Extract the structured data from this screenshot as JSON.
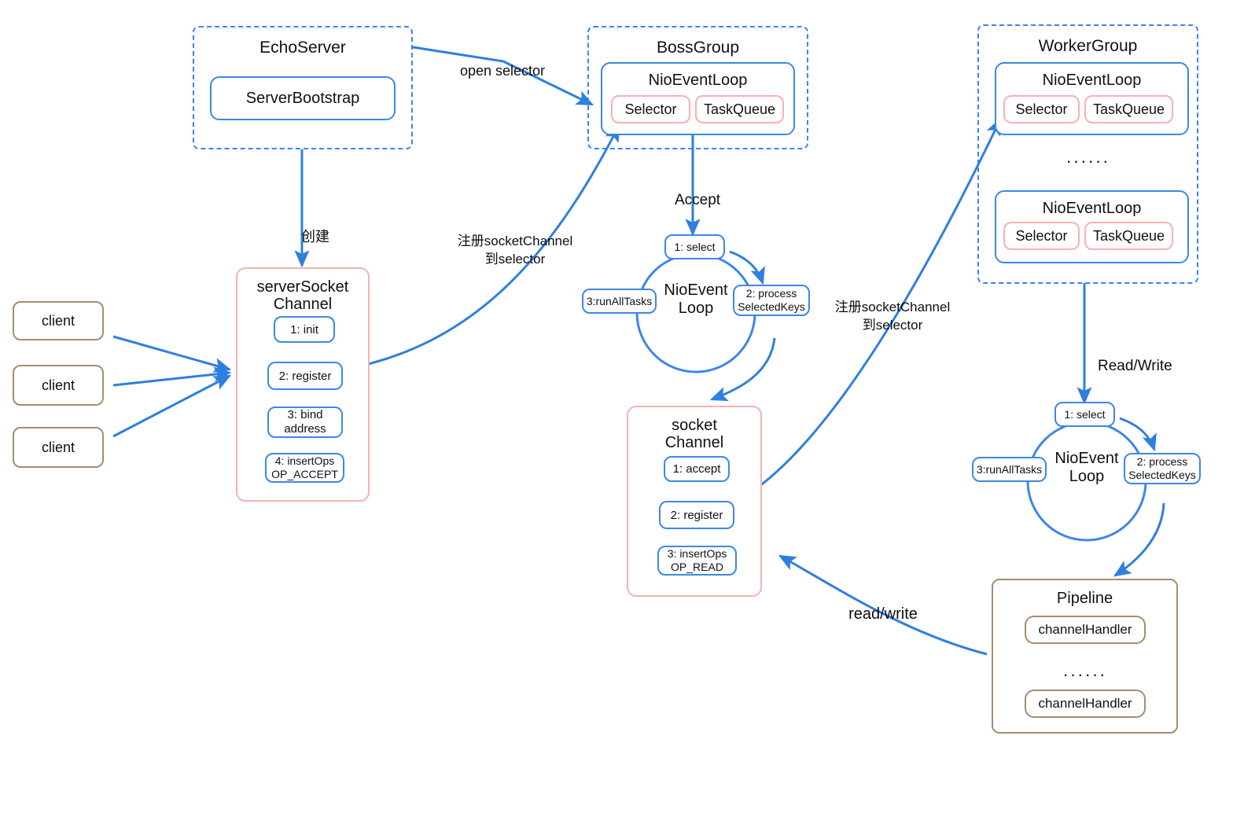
{
  "diagram": {
    "title": "Netty Reactor model",
    "colors": {
      "blue": "#3d87e8",
      "dashed_blue": "#3b82f6",
      "pink": "#f9b0b0",
      "tan": "#a58d6f",
      "arrow": "#2e7fe0",
      "text": "#101010"
    }
  },
  "echo_server": {
    "title": "EchoServer",
    "server_bootstrap": "ServerBootstrap"
  },
  "boss_group": {
    "title": "BossGroup",
    "event_loop": {
      "title": "NioEventLoop",
      "selector": "Selector",
      "task_queue": "TaskQueue"
    }
  },
  "worker_group": {
    "title": "WorkerGroup",
    "ellipsis": "······",
    "event_loops": [
      {
        "title": "NioEventLoop",
        "selector": "Selector",
        "task_queue": "TaskQueue"
      },
      {
        "title": "NioEventLoop",
        "selector": "Selector",
        "task_queue": "TaskQueue"
      }
    ]
  },
  "clients": [
    {
      "label": "client"
    },
    {
      "label": "client"
    },
    {
      "label": "client"
    }
  ],
  "server_socket_channel": {
    "title_line1": "serverSocket",
    "title_line2": "Channel",
    "steps": [
      {
        "label": "1: init"
      },
      {
        "label": "2: register"
      },
      {
        "label": "3: bind\naddress"
      },
      {
        "label": "4: insertOps\nOP_ACCEPT"
      }
    ]
  },
  "socket_channel": {
    "title_line1": "socket",
    "title_line2": "Channel",
    "steps": [
      {
        "label": "1: accept"
      },
      {
        "label": "2: register"
      },
      {
        "label": "3: insertOps\nOP_READ"
      }
    ]
  },
  "boss_event_loop_cycle": {
    "center_line1": "NioEvent",
    "center_line2": "Loop",
    "steps": [
      {
        "label": "1: select"
      },
      {
        "label": "2: process\nSelectedKeys"
      },
      {
        "label": "3:runAllTasks"
      }
    ]
  },
  "worker_event_loop_cycle": {
    "center_line1": "NioEvent",
    "center_line2": "Loop",
    "steps": [
      {
        "label": "1: select"
      },
      {
        "label": "2: process\nSelectedKeys"
      },
      {
        "label": "3:runAllTasks"
      }
    ]
  },
  "pipeline": {
    "title": "Pipeline",
    "ellipsis": "······",
    "handlers": [
      {
        "label": "channelHandler"
      },
      {
        "label": "channelHandler"
      }
    ]
  },
  "edge_labels": {
    "open_selector": "open selector",
    "create": "创建",
    "register_socketchannel_left": "注册socketChannel\n到selector",
    "register_socketchannel_right": "注册socketChannel\n到selector",
    "accept": "Accept",
    "read_write_upper": "Read/Write",
    "read_write_lower": "read/write"
  }
}
